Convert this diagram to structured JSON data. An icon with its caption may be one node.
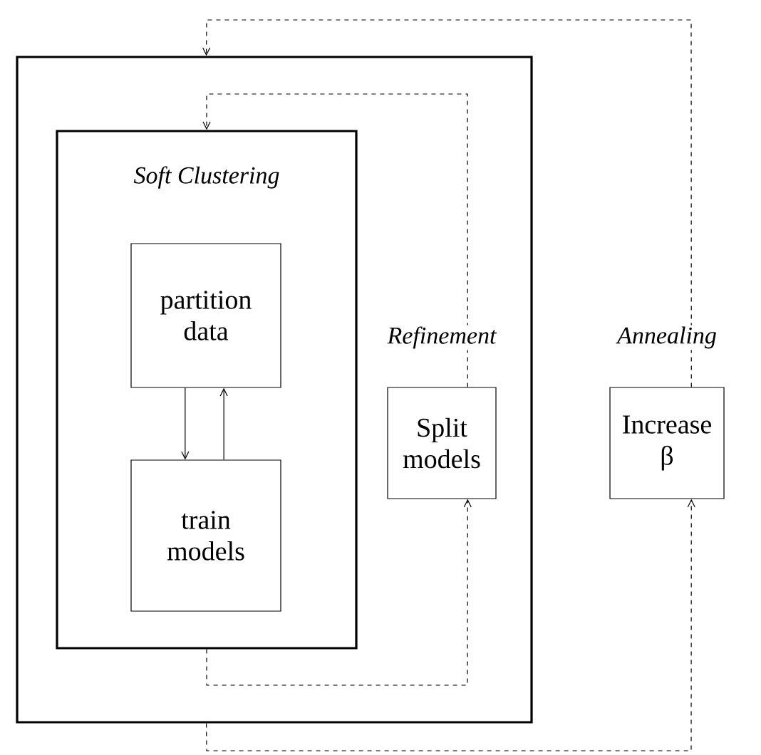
{
  "diagram": {
    "nodes": [
      {
        "text": [],
        "shape": "box"
      },
      {
        "text": [
          "Soft Clustering"
        ],
        "in": 0
      },
      {
        "text": [
          "partition data"
        ],
        "in": 1
      },
      {
        "text": [
          "train models"
        ],
        "in": 1
      },
      {
        "text": [
          "Split models"
        ],
        "beside": [
          "Refinement"
        ],
        "in": 0
      },
      {
        "text": [
          "Increase β"
        ],
        "beside": [
          "Annealing"
        ]
      }
    ],
    "edges": [
      {
        "from": 2,
        "to": 3,
        "arrow": "to"
      },
      {
        "from": 3,
        "to": 2,
        "arrow": "to"
      },
      {
        "from": 1,
        "to": 4,
        "arrow": "to",
        "style": "dashed"
      },
      {
        "from": 4,
        "to": 1,
        "arrow": "to",
        "style": "dashed"
      },
      {
        "from": 0,
        "to": 5,
        "arrow": "to",
        "style": "dashed"
      },
      {
        "from": 5,
        "to": 0,
        "arrow": "to",
        "style": "dashed"
      }
    ]
  }
}
